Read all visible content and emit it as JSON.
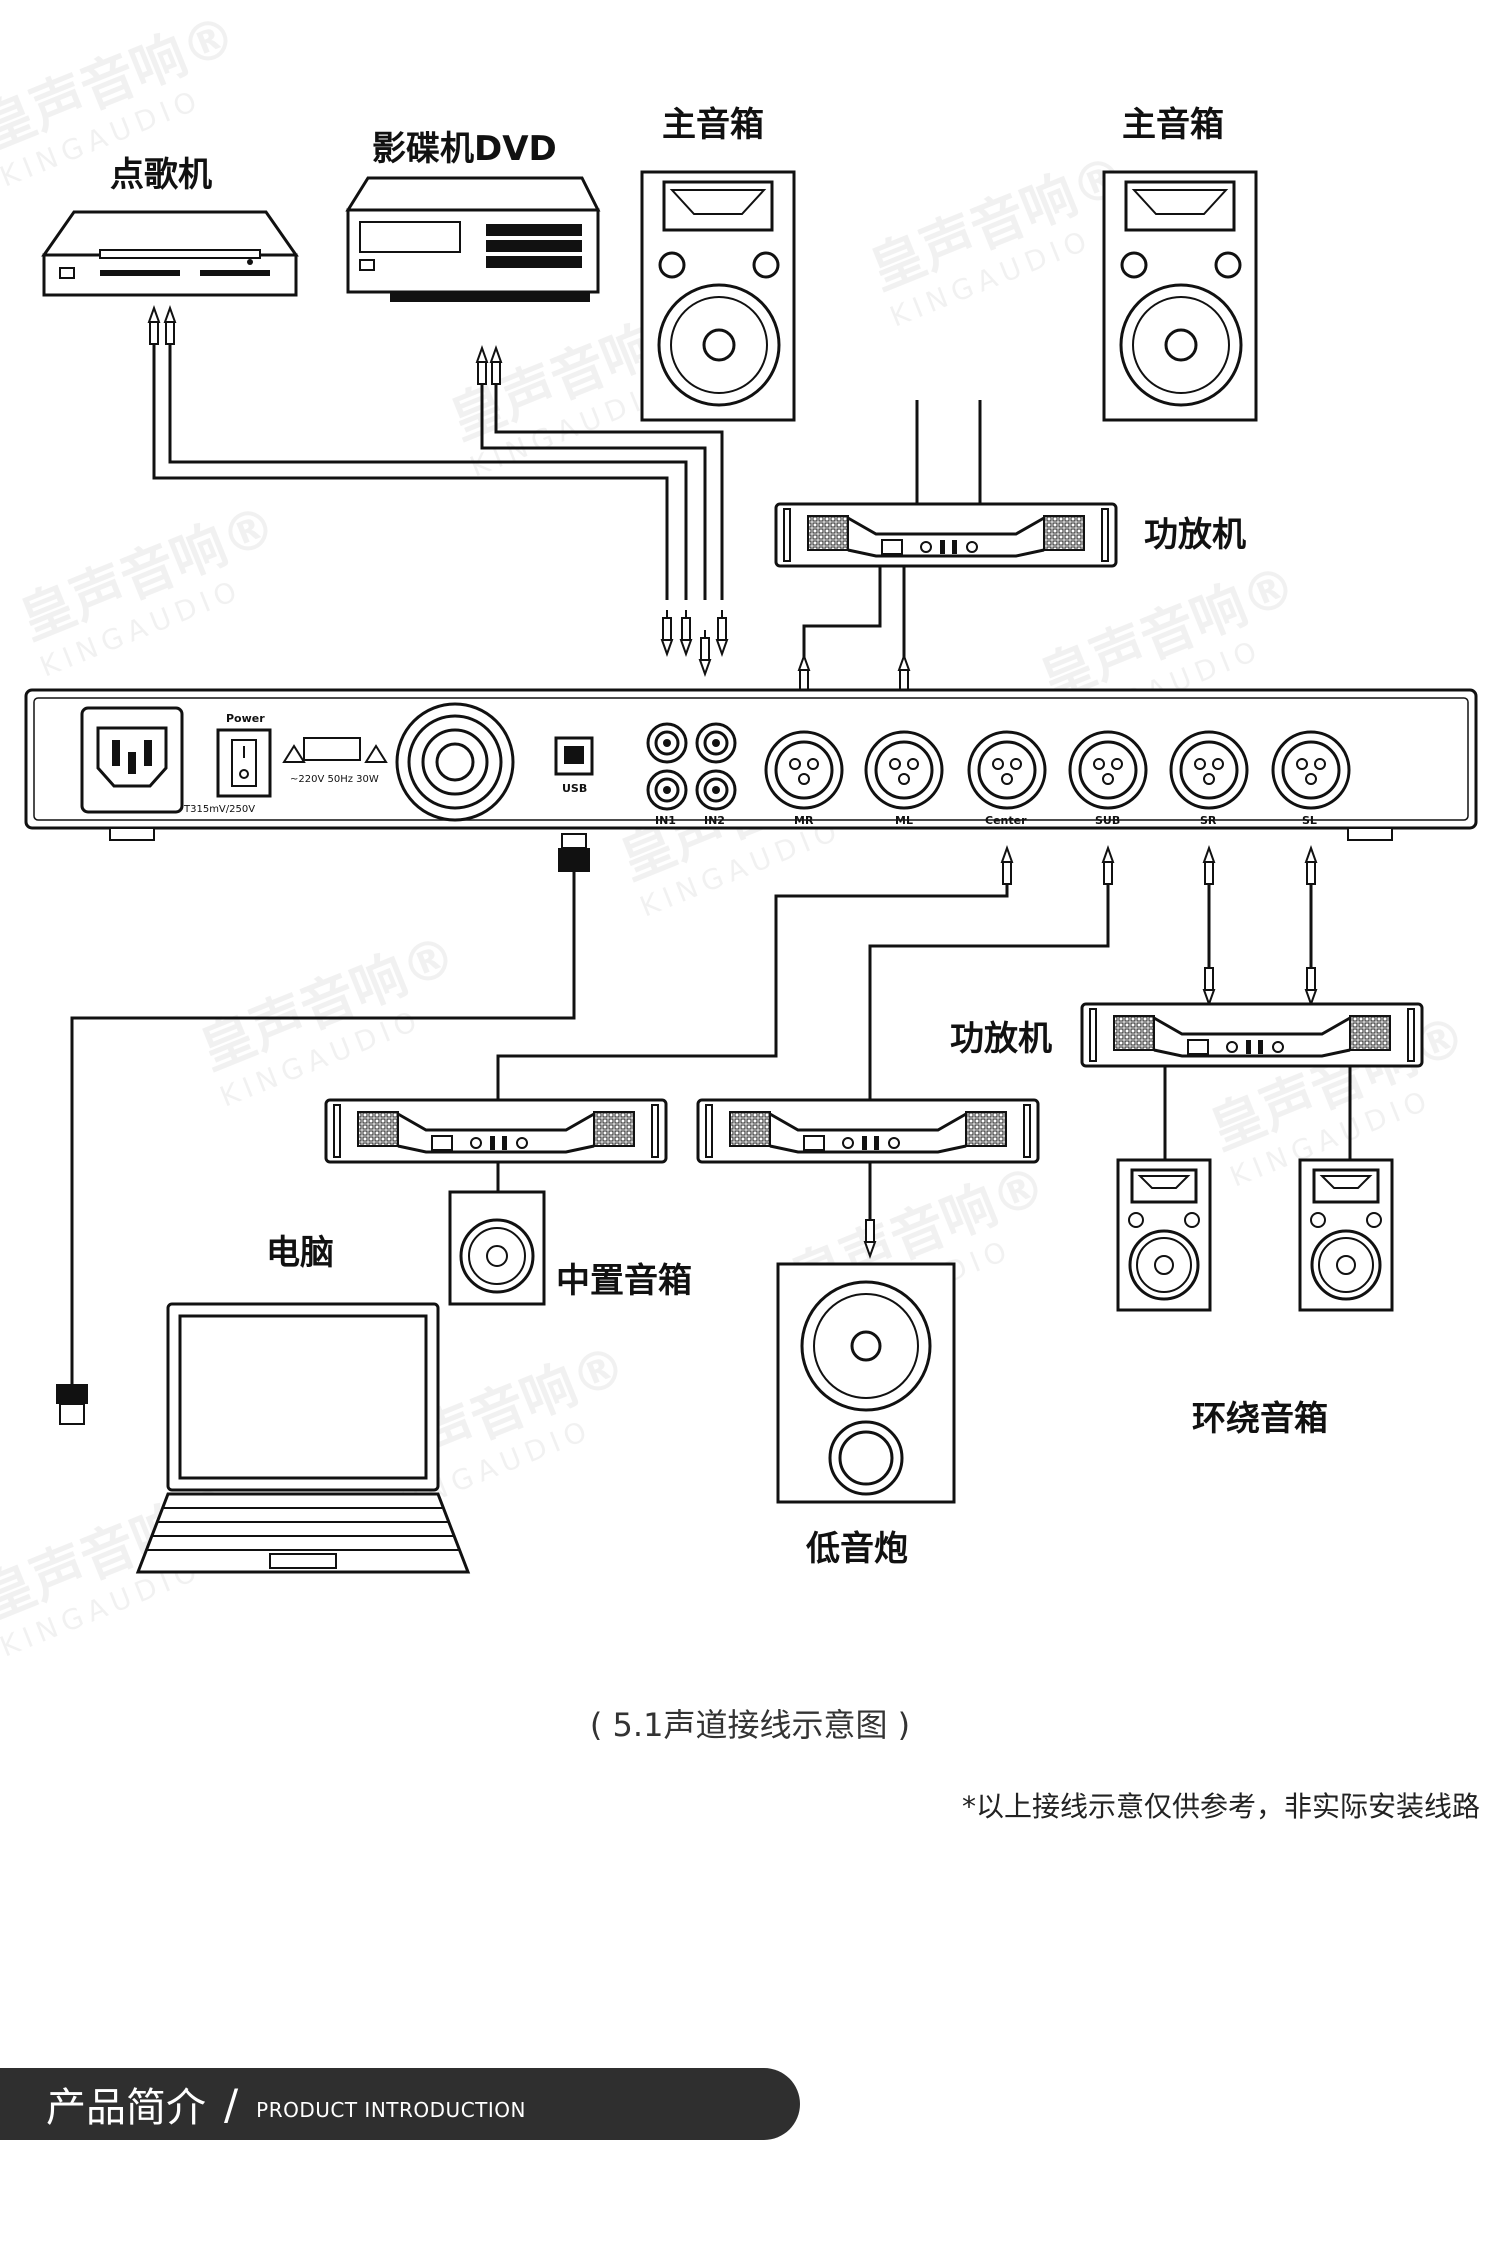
{
  "labels": {
    "karaoke_player": "点歌机",
    "dvd_player": "影碟机DVD",
    "main_speaker_left": "主音箱",
    "main_speaker_right": "主音箱",
    "amplifier_top": "功放机",
    "amplifier_surround": "功放机",
    "computer": "电脑",
    "center_speaker": "中置音箱",
    "subwoofer": "低音炮",
    "surround_speakers": "环绕音箱"
  },
  "panel": {
    "power": "Power",
    "voltage": "~220V  50Hz 30W",
    "fuse": "T315mV/250V",
    "usb": "USB",
    "ports": [
      "IN1",
      "IN2",
      "MR",
      "ML",
      "Center",
      "SUB",
      "SR",
      "SL"
    ]
  },
  "watermark": {
    "cn": "皇声音响®",
    "en": "KINGAUDIO"
  },
  "caption": "( 5.1声道接线示意图 )",
  "note": "*以上接线示意仅供参考，非实际安装线路",
  "banner": {
    "cn": "产品简介",
    "slash": "/",
    "en": "PRODUCT INTRODUCTION"
  }
}
